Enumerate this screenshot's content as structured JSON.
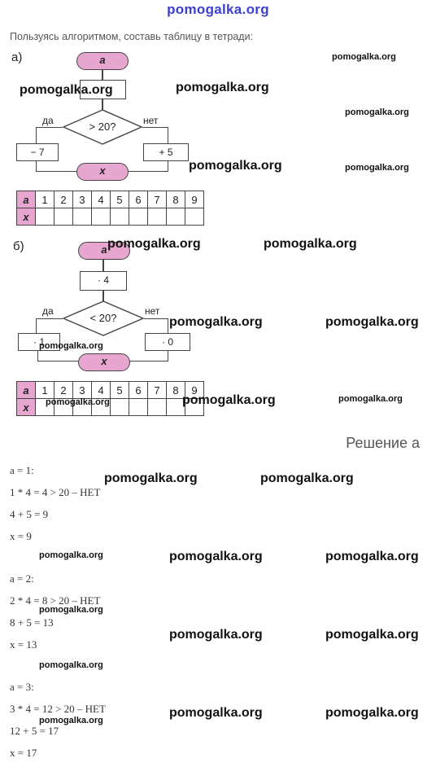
{
  "site_logo": "pomogalka.org",
  "instruction": "Пользуясь алгоритмом, составь таблицу в тетради:",
  "watermark": "pomogalka.org",
  "part_a": {
    "label": "а)",
    "start": "a",
    "condition": "> 20?",
    "yes": "да",
    "no": "нет",
    "yes_action": "− 7",
    "no_action": "+ 5",
    "end": "x",
    "table_row_a": [
      "a",
      "1",
      "2",
      "3",
      "4",
      "5",
      "6",
      "7",
      "8",
      "9"
    ],
    "table_row_x": "x"
  },
  "part_b": {
    "label": "б)",
    "start": "a",
    "mult": "· 4",
    "condition": "< 20?",
    "yes": "да",
    "no": "нет",
    "yes_action": "· 1",
    "no_action": "· 0",
    "end": "x",
    "table_row_a": [
      "a",
      "1",
      "2",
      "3",
      "4",
      "5",
      "6",
      "7",
      "8",
      "9"
    ],
    "table_row_x": "x"
  },
  "solution_title": "Решение а",
  "solution_lines": [
    "a = 1:",
    "1 * 4 = 4 > 20 – НЕТ",
    "4 + 5 = 9",
    "x = 9",
    "a = 2:",
    "2 * 4 = 8 > 20 – НЕТ",
    "8 + 5 = 13",
    "x = 13",
    "a = 3:",
    "3 * 4 = 12 > 20 – НЕТ",
    "12 + 5 = 17",
    "x = 17"
  ]
}
